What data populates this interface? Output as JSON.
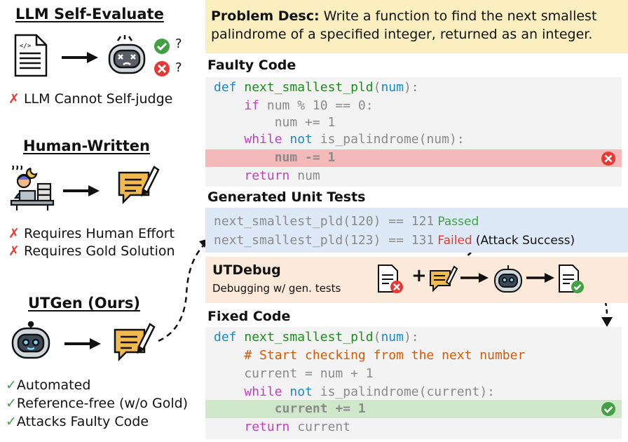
{
  "left": {
    "llm": {
      "title": "LLM Self-Evaluate",
      "q1": "?",
      "q2": "?",
      "con": "LLM Cannot Self-judge"
    },
    "human": {
      "title": "Human-Written",
      "con1": "Requires Human Effort",
      "con2": "Requires Gold Solution"
    },
    "utgen": {
      "title": "UTGen (Ours)",
      "pro1": "Automated",
      "pro2": "Reference-free (w/o Gold)",
      "pro3": "Attacks Faulty Code"
    }
  },
  "problem": {
    "label": "Problem Desc:",
    "line1": " Write a function to find the next smallest",
    "line2": "palindrome of a specified integer, returned as an integer."
  },
  "faulty": {
    "title": "Faulty Code",
    "l1": {
      "kw": "def ",
      "fn": "next_smallest_pld",
      "p1": "(",
      "arg": "num",
      "p2": "):"
    },
    "l2": {
      "ind": "    ",
      "kw": "if",
      "rest": " num % 10 == 0:"
    },
    "l3": "        num += 1",
    "l4": {
      "ind": "    ",
      "kw": "while",
      "sp": " ",
      "kw2": "not",
      "rest": " is_palindrome(num):"
    },
    "l5": "        num -= 1",
    "l6": {
      "ind": "    ",
      "kw": "return",
      "rest": " num"
    }
  },
  "tests": {
    "title": "Generated Unit Tests",
    "t1": {
      "code": "next_smallest_pld(120) == 121",
      "status": "Passed"
    },
    "t2": {
      "code": "next_smallest_pld(123) == 131",
      "status": "Failed",
      "note": "(Attack Success)"
    }
  },
  "utdebug": {
    "title": "UTDebug",
    "subtitle": "Debugging w/ gen. tests",
    "plus": "+"
  },
  "fixed": {
    "title": "Fixed Code",
    "l1": {
      "kw": "def ",
      "fn": "next_smallest_pld",
      "p1": "(",
      "arg": "num",
      "p2": "):"
    },
    "l2": "    # Start checking from the next number",
    "l3": "    current = num + 1",
    "l4": {
      "ind": "    ",
      "kw": "while",
      "sp": " ",
      "kw2": "not",
      "rest": " is_palindrome(current):"
    },
    "l5": "        current += 1",
    "l6": {
      "ind": "    ",
      "kw": "return",
      "rest": " current"
    }
  },
  "colors": {
    "problem_bg": "#fbefc0",
    "tests_bg": "#dde9f7",
    "debug_bg": "#fbe9d9",
    "code_bg": "#f3f3f3",
    "bad_row": "#f4b9b9",
    "good_row": "#cfe8c9",
    "red": "#e53935",
    "green": "#43a047"
  }
}
